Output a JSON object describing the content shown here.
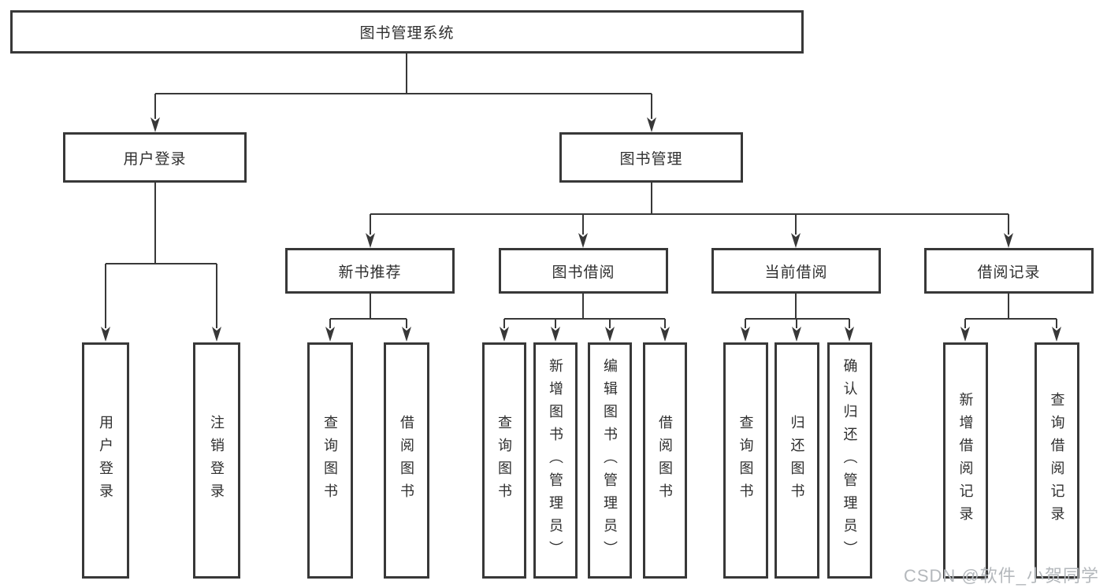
{
  "tree": {
    "root": {
      "label": "图书管理系统"
    },
    "branches": [
      {
        "label": "用户登录",
        "children": [
          "用户登录",
          "注销登录"
        ]
      },
      {
        "label": "图书管理",
        "children": [
          {
            "label": "新书推荐",
            "children": [
              "查询图书",
              "借阅图书"
            ]
          },
          {
            "label": "图书借阅",
            "children": [
              "查询图书",
              "新增图书（管理员）",
              "编辑图书（管理员）",
              "借阅图书"
            ]
          },
          {
            "label": "当前借阅",
            "children": [
              "查询图书",
              "归还图书",
              "确认归还（管理员）"
            ]
          },
          {
            "label": "借阅记录",
            "children": [
              "新增借阅记录",
              "查询借阅记录"
            ]
          }
        ]
      }
    ]
  },
  "watermark": {
    "text": "CSDN @软件_小贺同学"
  },
  "colors": {
    "line": "#383838",
    "box_border": "#383838",
    "box_fill": "#ffffff",
    "text": "#2f2f2f",
    "watermark": "#b4b8bc",
    "background": "#ffffff"
  }
}
